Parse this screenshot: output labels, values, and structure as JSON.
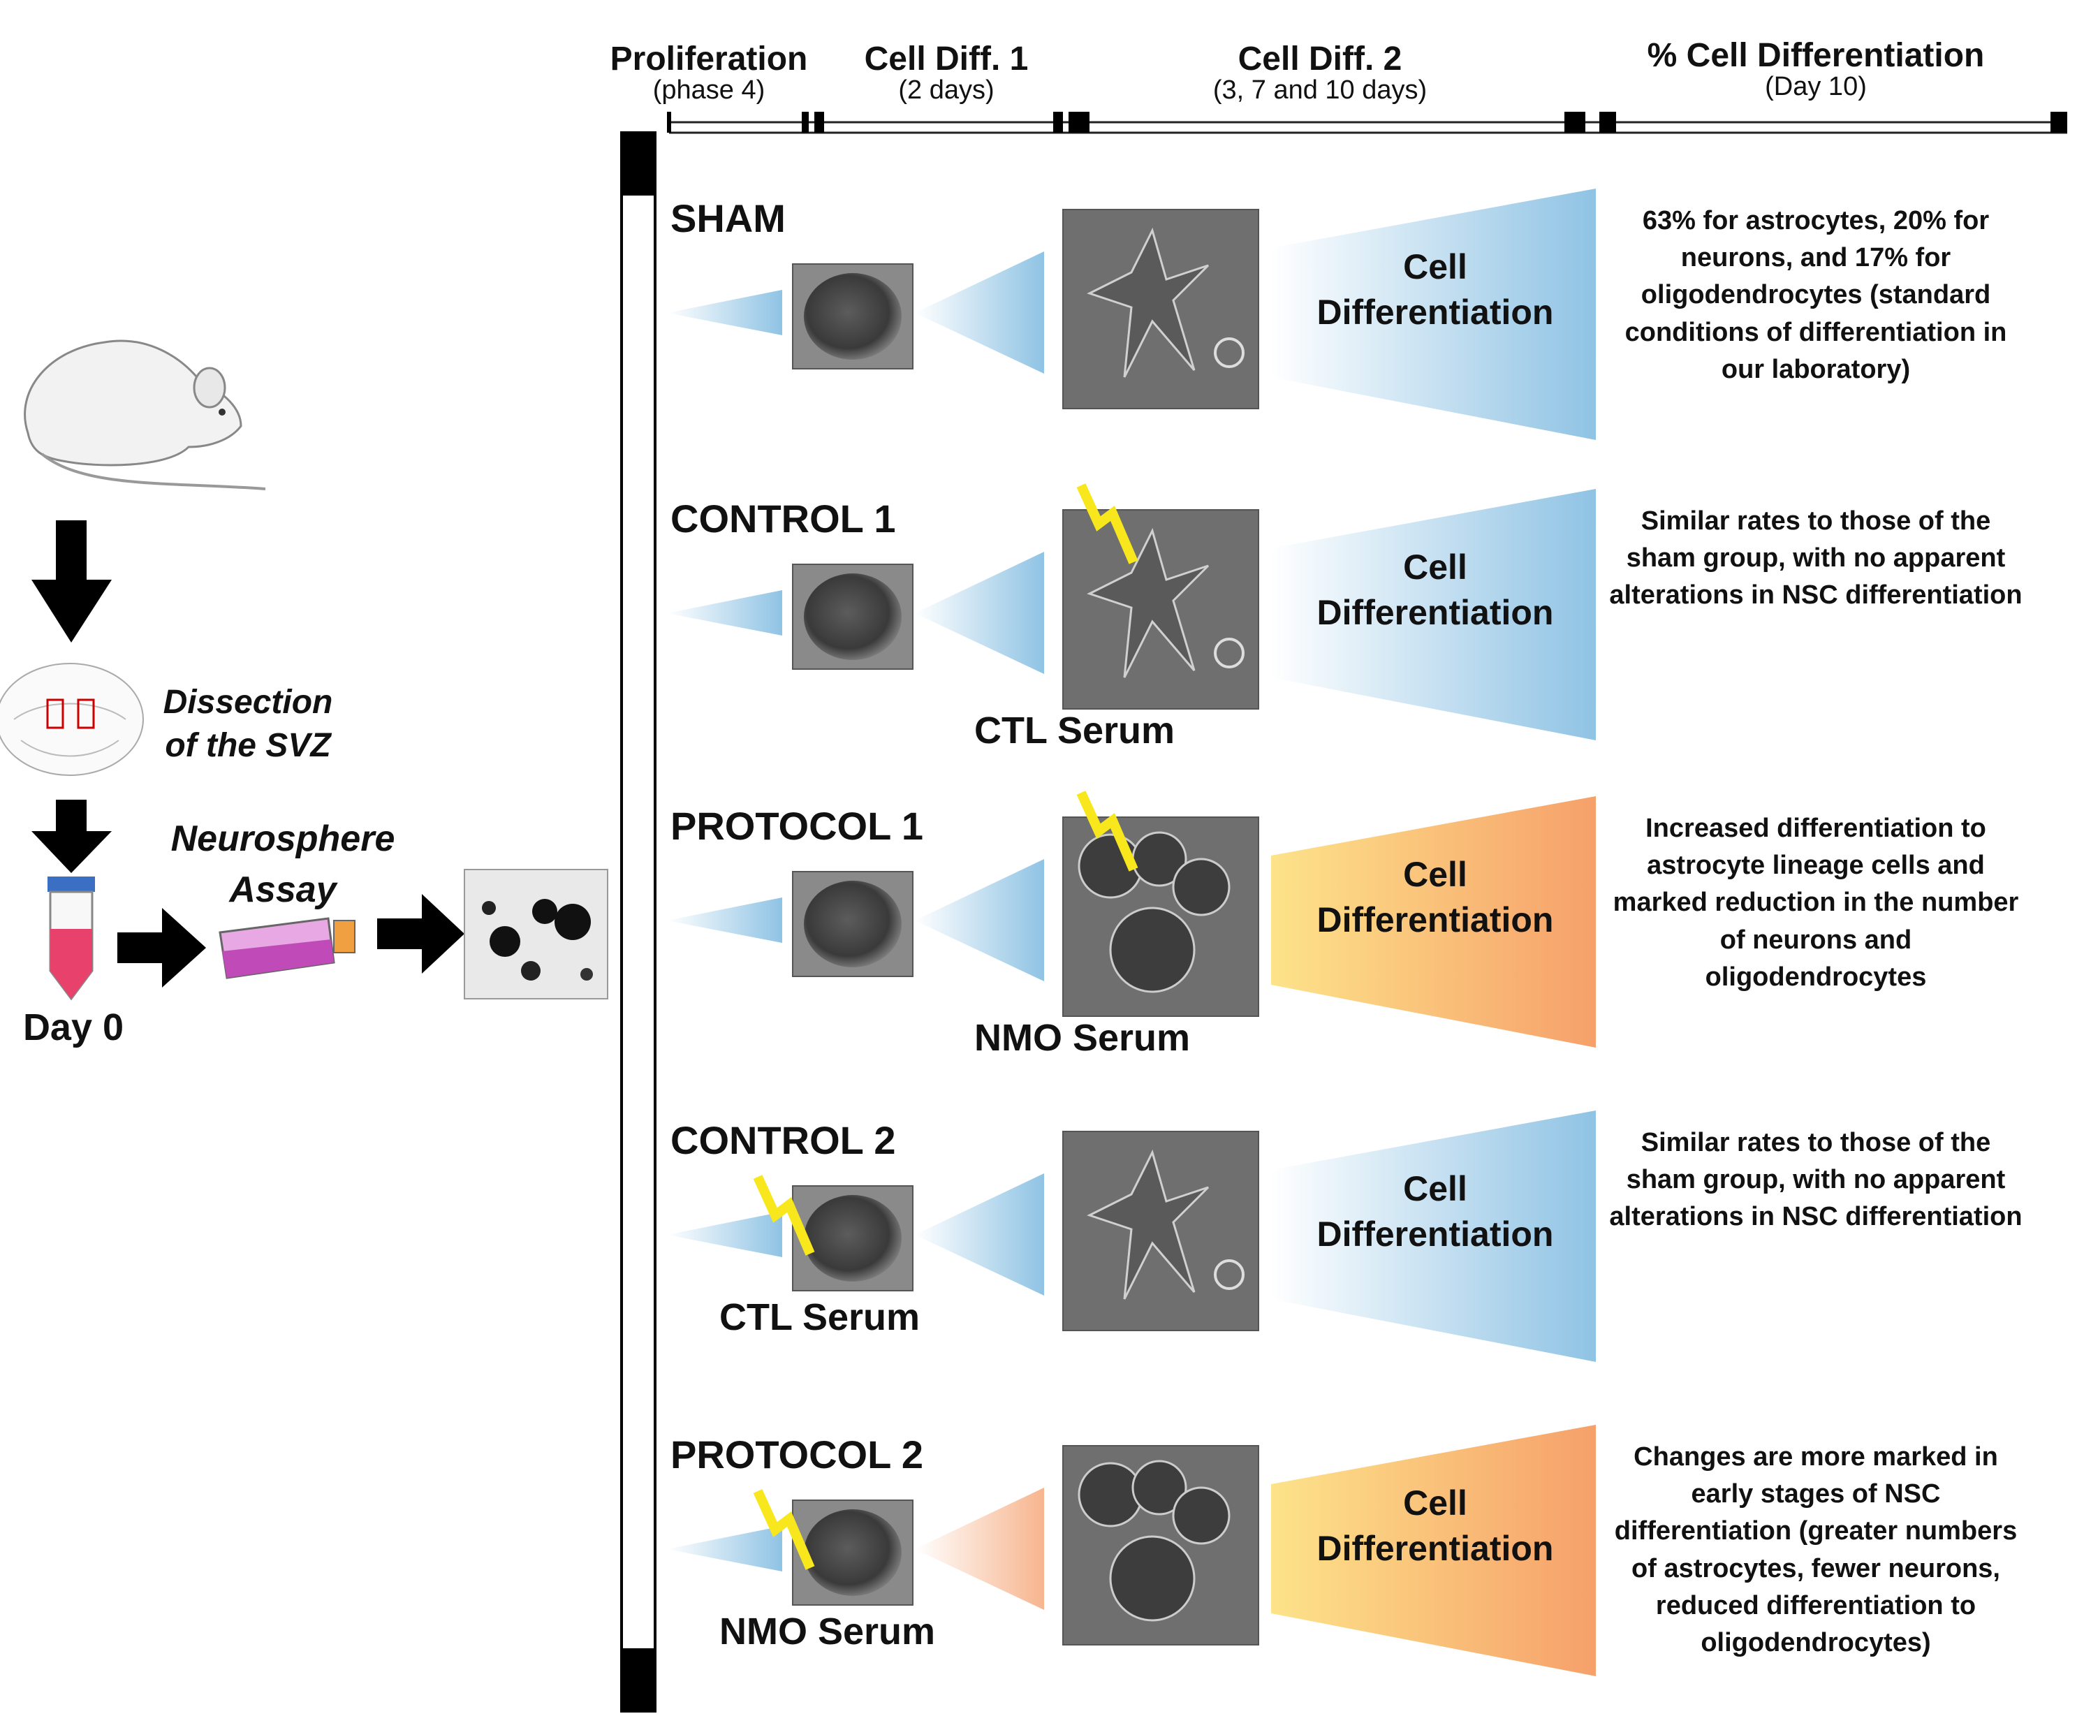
{
  "timeline": {
    "proliferation": {
      "title": "Proliferation",
      "sub": "(phase 4)"
    },
    "diff1": {
      "title": "Cell Diff. 1",
      "sub": "(2 days)"
    },
    "diff2": {
      "title": "Cell Diff. 2",
      "sub": "(3, 7 and 10 days)"
    },
    "percent": {
      "title": "% Cell  Differentiation",
      "sub": "(Day 10)"
    }
  },
  "left": {
    "dissection": "Dissection of the SVZ",
    "assay": "Neurosphere Assay",
    "day0": "Day 0"
  },
  "groups": [
    {
      "label": "SHAM",
      "serum_diff2": "",
      "serum_prolif": "",
      "diff_line1": "Cell",
      "diff_line2": "Differentiation",
      "result": "63% for astrocytes, 20% for neurons, and 17% for oligodendrocytes (standard conditions of differentiation in our laboratory)",
      "color": "blue"
    },
    {
      "label": "CONTROL 1",
      "serum_diff2": "CTL Serum",
      "serum_prolif": "",
      "diff_line1": "Cell",
      "diff_line2": "Differentiation",
      "result": "Similar rates to those of the sham group, with no apparent alterations in NSC differentiation",
      "color": "blue"
    },
    {
      "label": "PROTOCOL 1",
      "serum_diff2": "NMO Serum",
      "serum_prolif": "",
      "diff_line1": "Cell",
      "diff_line2": "Differentiation",
      "result": "Increased differentiation to astrocyte lineage cells and marked reduction in the number of neurons and oligodendrocytes",
      "color": "orange"
    },
    {
      "label": "CONTROL 2",
      "serum_diff2": "",
      "serum_prolif": "CTL Serum",
      "diff_line1": "Cell",
      "diff_line2": "Differentiation",
      "result": "Similar rates to those of the sham group, with no apparent alterations in NSC differentiation",
      "color": "blue"
    },
    {
      "label": "PROTOCOL 2",
      "serum_diff2": "",
      "serum_prolif": "NMO Serum",
      "diff_line1": "Cell",
      "diff_line2": "Differentiation",
      "result": "Changes are more marked in early stages of NSC differentiation (greater numbers of astrocytes, fewer neurons, reduced differentiation to oligodendrocytes)",
      "color": "orange"
    }
  ],
  "colors": {
    "blue": "#8fc3e4",
    "orange": "#f6a06a",
    "yellow": "#fde38a",
    "bolt": "#f8e71c"
  },
  "icons": [
    "mouse-icon",
    "arrow-down-icon",
    "brain-section-icon",
    "falcon-tube-icon",
    "flask-icon",
    "arrow-right-icon",
    "lightning-icon",
    "neurosphere-image",
    "differentiated-cell-image"
  ]
}
